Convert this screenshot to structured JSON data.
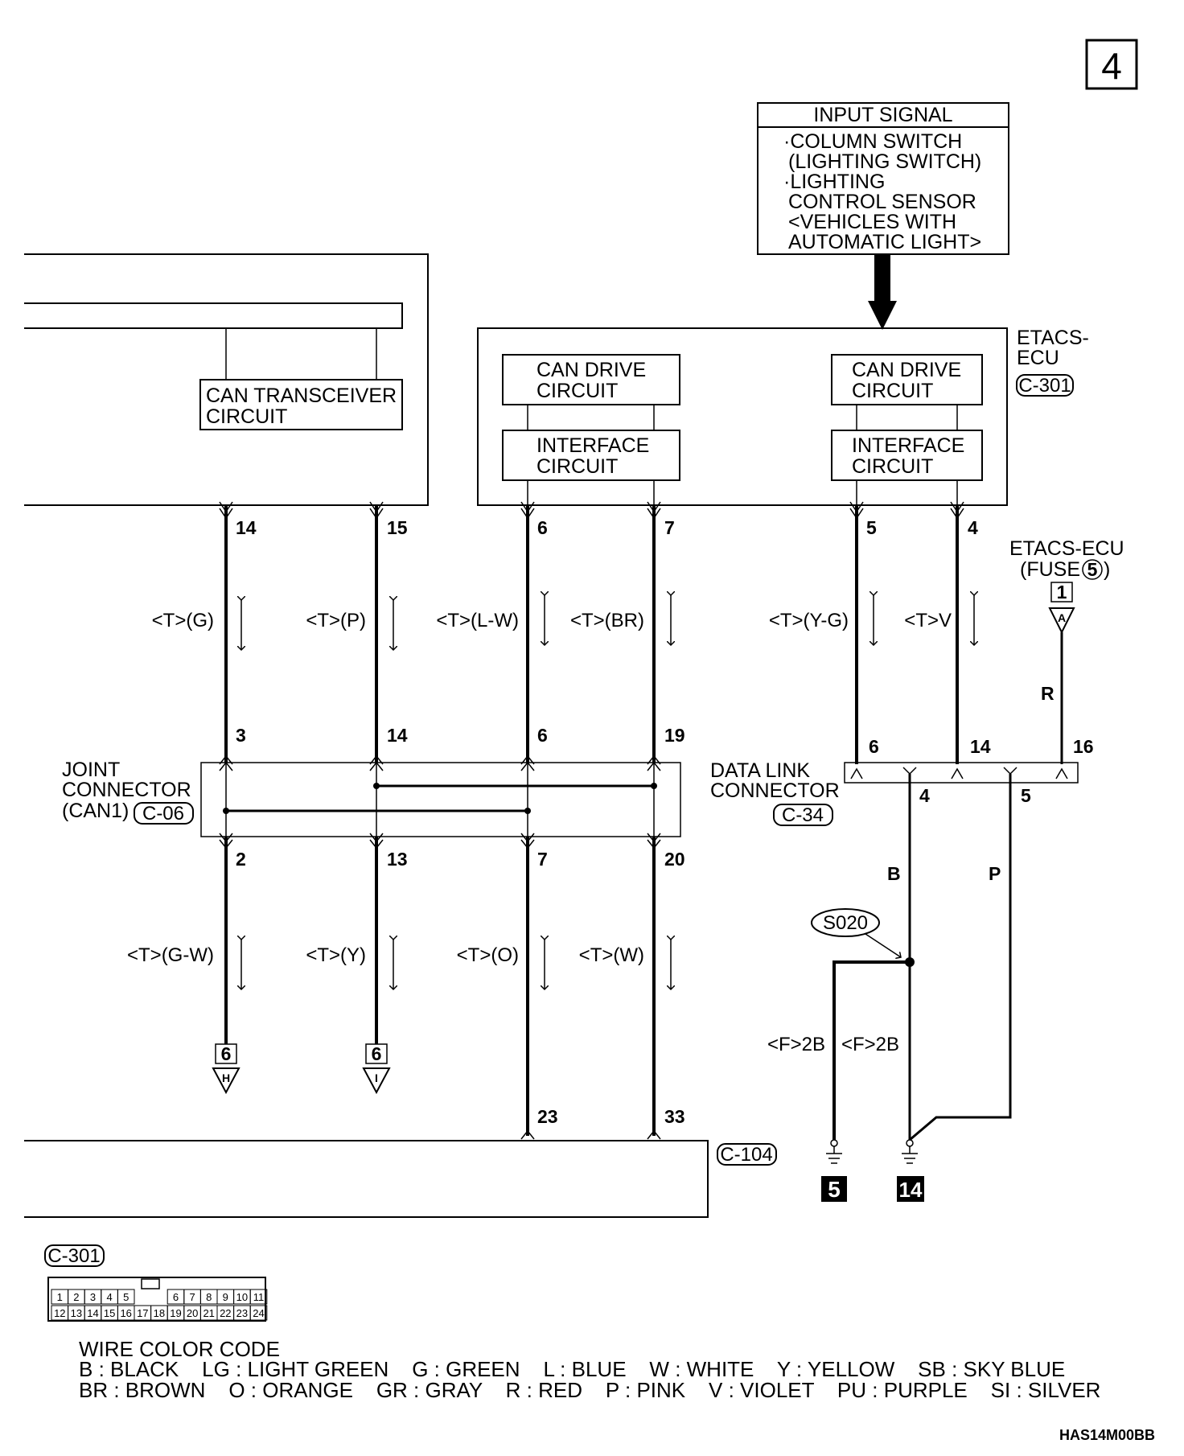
{
  "page_number": "4",
  "input_signal": {
    "title": "INPUT SIGNAL",
    "lines": [
      "·COLUMN SWITCH",
      "(LIGHTING SWITCH)",
      "·LIGHTING",
      "CONTROL SENSOR",
      "<VEHICLES WITH",
      "AUTOMATIC LIGHT>"
    ]
  },
  "etacs": {
    "name_line1": "ETACS-",
    "name_line2": "ECU",
    "connector": "C-301",
    "can_drive_1": [
      "CAN DRIVE",
      "CIRCUIT"
    ],
    "can_drive_2": [
      "CAN DRIVE",
      "CIRCUIT"
    ],
    "interface_1": [
      "INTERFACE",
      "CIRCUIT"
    ],
    "interface_2": [
      "INTERFACE",
      "CIRCUIT"
    ],
    "pins": [
      "6",
      "7",
      "5",
      "4"
    ]
  },
  "can_transceiver": {
    "label": [
      "CAN TRANSCEIVER",
      "CIRCUIT"
    ],
    "pins": [
      "14",
      "15"
    ]
  },
  "signals_upper": [
    "<T>(G)",
    "<T>(P)",
    "<T>(L-W)",
    "<T>(BR)",
    "<T>(Y-G)",
    "<T>V"
  ],
  "fuse": {
    "label_line1": "ETACS-ECU",
    "label_line2": "(FUSE",
    "fuse_no": "5",
    "close": ")",
    "ref": "1",
    "letter": "A",
    "wire": "R"
  },
  "joint_connector": {
    "label": [
      "JOINT",
      "CONNECTOR",
      "(CAN1)"
    ],
    "connector": "C-06",
    "top_pins": [
      "3",
      "14",
      "6",
      "19"
    ],
    "bottom_pins": [
      "2",
      "13",
      "7",
      "20"
    ]
  },
  "data_link_connector": {
    "label": [
      "DATA LINK",
      "CONNECTOR"
    ],
    "connector": "C-34",
    "top_pins": [
      "6",
      "14",
      "16"
    ],
    "bottom_pins": [
      "4",
      "5"
    ],
    "wire_b": "B",
    "wire_p": "P"
  },
  "signals_lower": [
    "<T>(G-W)",
    "<T>(Y)",
    "<T>(O)",
    "<T>(W)"
  ],
  "refs_lower": [
    {
      "num": "6",
      "letter": "H"
    },
    {
      "num": "6",
      "letter": "I"
    }
  ],
  "splice": "S020",
  "grounds": {
    "wire_left": "<F>2B",
    "wire_right": "<F>2B",
    "ground_left": "5",
    "ground_right": "14"
  },
  "c104": {
    "connector": "C-104",
    "pins": [
      "23",
      "33"
    ]
  },
  "c301_view": {
    "label": "C-301",
    "row1": [
      "1",
      "2",
      "3",
      "4",
      "5",
      "",
      "6",
      "7",
      "8",
      "9",
      "10",
      "11"
    ],
    "row2": [
      "12",
      "13",
      "14",
      "15",
      "16",
      "17",
      "18",
      "19",
      "20",
      "21",
      "22",
      "23",
      "24"
    ]
  },
  "wire_color_code": {
    "title": "WIRE COLOR CODE",
    "line1": "B : BLACK    LG : LIGHT GREEN    G : GREEN    L : BLUE    W : WHITE    Y : YELLOW    SB : SKY BLUE",
    "line2": "BR : BROWN    O : ORANGE    GR : GRAY    R : RED    P : PINK    V : VIOLET    PU : PURPLE    SI : SILVER"
  },
  "figure_code": "HAS14M00BB"
}
